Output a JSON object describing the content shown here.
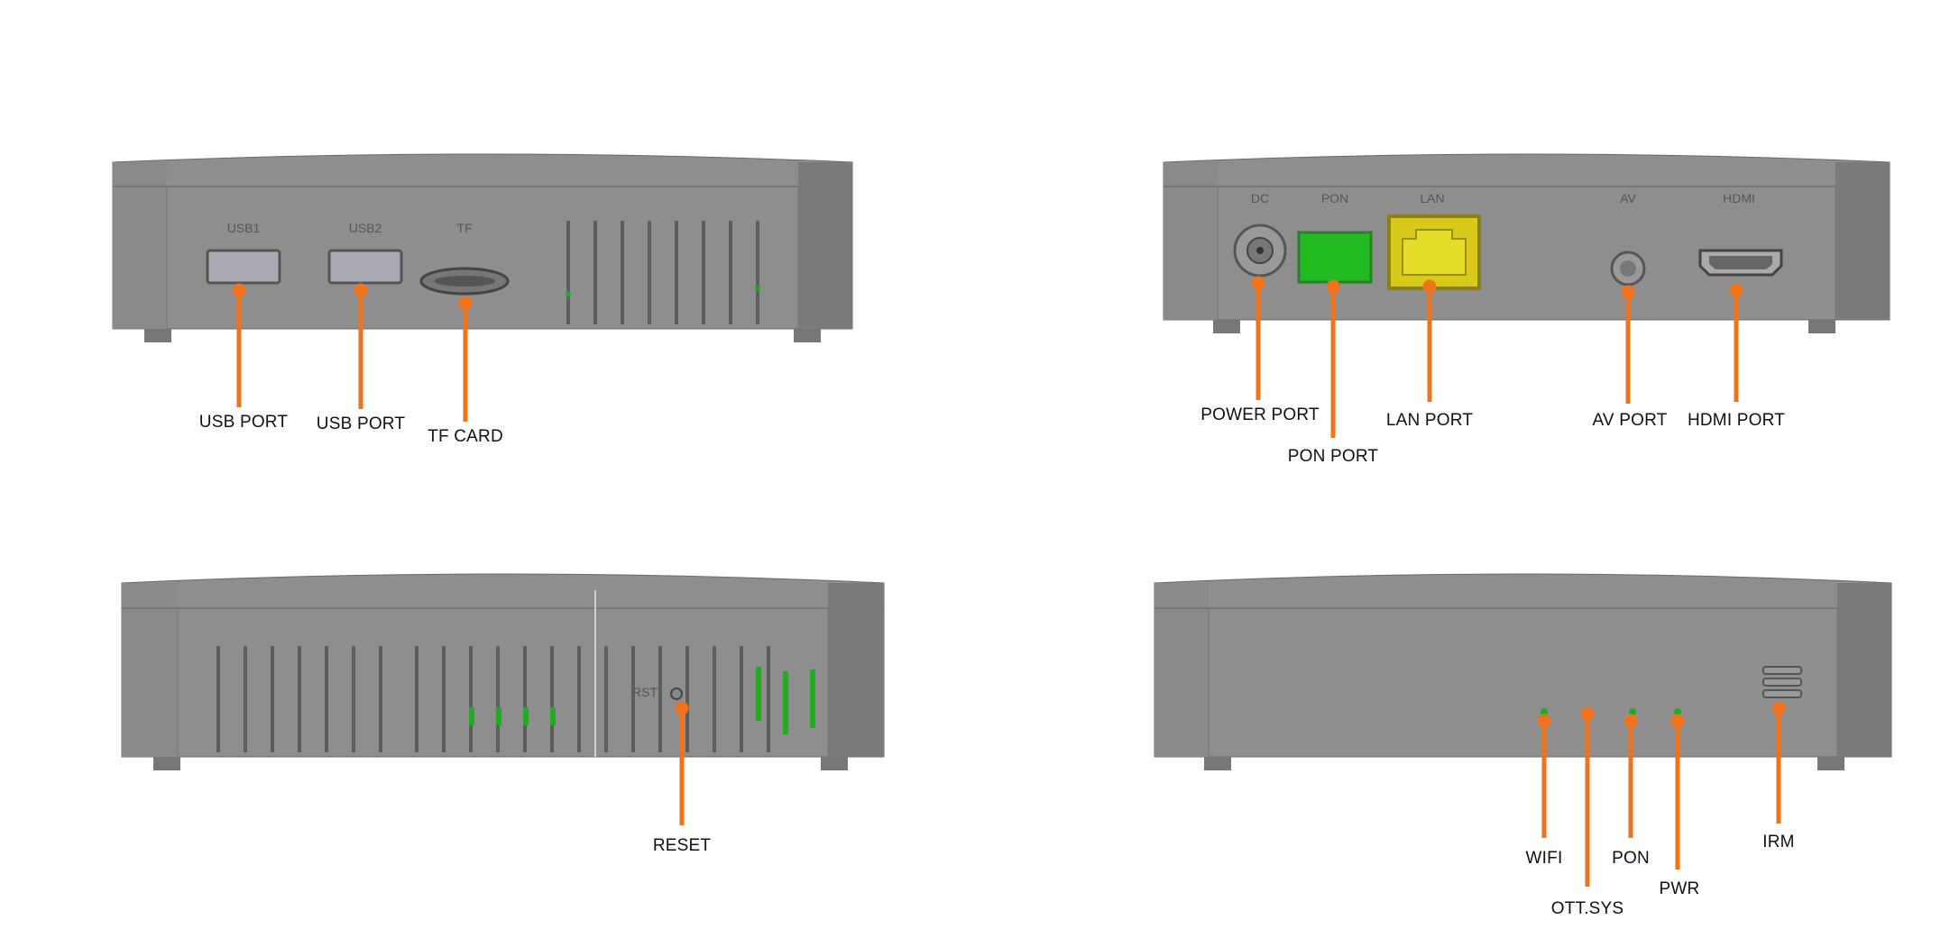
{
  "colors": {
    "accent": "#f0731b",
    "device_body": "#8e8e8e",
    "device_dark": "#6f6f6f",
    "pon_port": "#22bb22",
    "lan_port": "#e0d21c",
    "led": "#22aa22"
  },
  "views": {
    "front_left": {
      "port_labels": [
        "USB1",
        "USB2",
        "TF"
      ],
      "callouts": [
        "USB PORT",
        "USB PORT",
        "TF CARD"
      ]
    },
    "back": {
      "port_labels": [
        "DC",
        "PON",
        "LAN",
        "AV",
        "HDMI"
      ],
      "callouts": [
        "POWER PORT",
        "PON PORT",
        "LAN PORT",
        "AV PORT",
        "HDMI PORT"
      ]
    },
    "side": {
      "port_labels": [
        "RST"
      ],
      "callouts": [
        "RESET"
      ]
    },
    "front_right": {
      "callouts": [
        "WIFI",
        "OTT.SYS",
        "PON",
        "PWR",
        "IRM"
      ]
    }
  }
}
